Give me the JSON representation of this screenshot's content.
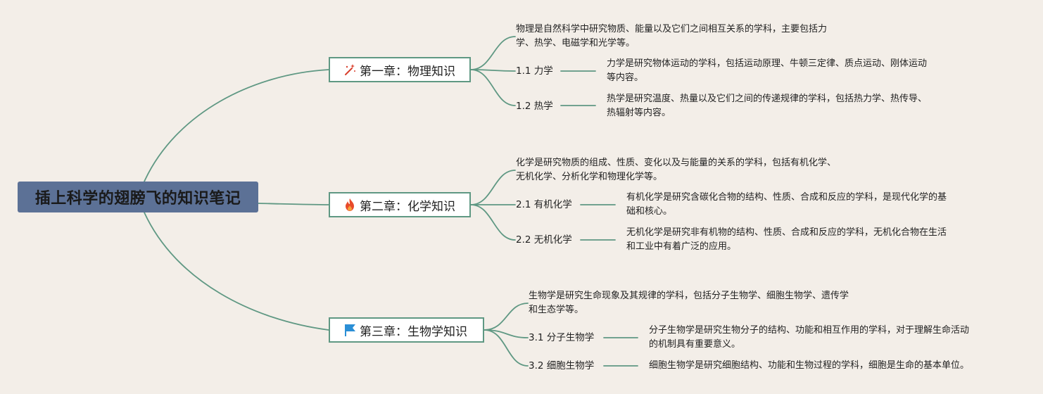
{
  "title": "插上科学的翅膀飞的知识笔记",
  "chapters": [
    {
      "label": "第一章：物理知识",
      "icon": "magic-wand-icon",
      "summary": [
        "物理是自然科学中研究物质、能量以及它们之间相互关系的学科，主要包括力",
        "学、热学、电磁学和光学等。"
      ],
      "sections": [
        {
          "label": "1.1 力学",
          "desc": [
            "力学是研究物体运动的学科，包括运动原理、牛顿三定律、质点运动、刚体运动",
            "等内容。"
          ]
        },
        {
          "label": "1.2 热学",
          "desc": [
            "热学是研究温度、热量以及它们之间的传递规律的学科，包括热力学、热传导、",
            "热辐射等内容。"
          ]
        }
      ]
    },
    {
      "label": "第二章：化学知识",
      "icon": "fire-icon",
      "summary": [
        "化学是研究物质的组成、性质、变化以及与能量的关系的学科，包括有机化学、",
        "无机化学、分析化学和物理化学等。"
      ],
      "sections": [
        {
          "label": "2.1 有机化学",
          "desc": [
            "有机化学是研究含碳化合物的结构、性质、合成和反应的学科，是现代化学的基",
            "础和核心。"
          ]
        },
        {
          "label": "2.2 无机化学",
          "desc": [
            "无机化学是研究非有机物的结构、性质、合成和反应的学科，无机化合物在生活",
            "和工业中有着广泛的应用。"
          ]
        }
      ]
    },
    {
      "label": "第三章：生物学知识",
      "icon": "flag-icon",
      "summary": [
        "生物学是研究生命现象及其规律的学科，包括分子生物学、细胞生物学、遗传学",
        "和生态学等。"
      ],
      "sections": [
        {
          "label": "3.1 分子生物学",
          "desc": [
            "分子生物学是研究生物分子的结构、功能和相互作用的学科，对于理解生命活动",
            "的机制具有重要意义。"
          ]
        },
        {
          "label": "3.2 细胞生物学",
          "desc": [
            "细胞生物学是研究细胞结构、功能和生物过程的学科，细胞是生命的基本单位。"
          ]
        }
      ]
    }
  ],
  "colors": {
    "background": "#f3eee8",
    "root_fill": "#5c7196",
    "connector": "#5f9883",
    "fire": "#e84a2a",
    "flag": "#2b8fd6",
    "wand": "#d9412f"
  }
}
